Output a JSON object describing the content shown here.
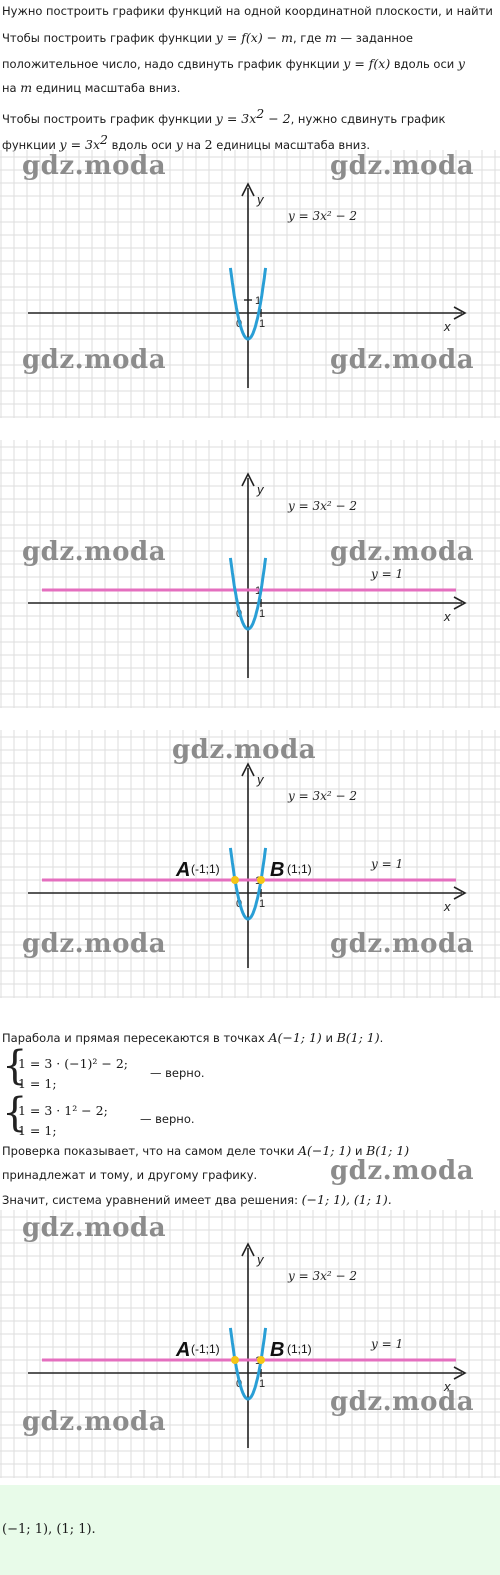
{
  "intro": {
    "l1": "Нужно построить графики функций на одной координатной плоскости, и найти",
    "l2a": "Чтобы построить график функции ",
    "l2m1": "y = f(x) − m",
    "l2b": ", где ",
    "l2m2": "m",
    "l2c": " — заданное",
    "l3a": "положительное число, надо сдвинуть график функции ",
    "l3m1": "y = f(x)",
    "l3b": " вдоль оси ",
    "l3m2": "y",
    "l4a": "на ",
    "l4m": "m",
    "l4b": " единиц масштаба вниз.",
    "l5a": "Чтобы построить график функции ",
    "l5m": "y = 3x",
    "l5sup": "2",
    "l5m2": " − 2",
    "l5b": ", нужно сдвинуть график",
    "l6a": "функции ",
    "l6m": "y = 3x",
    "l6sup": "2",
    "l6b": " вдоль оси ",
    "l6m2": "y",
    "l6c": " на ",
    "l6m3": "2",
    "l6d": " единицы масштаба вниз."
  },
  "watermark": "gdz.moda",
  "graph": {
    "axis_x": "x",
    "axis_y": "y",
    "origin": "0",
    "one_x": "1",
    "one_y": "1",
    "parabola_label": "y = 3x² − 2",
    "line_label": "y = 1",
    "point_a_letter": "A",
    "point_a_coords": "(-1;1)",
    "point_b_letter": "B",
    "point_b_coords": "(1;1)",
    "colors": {
      "parabola": "#2a9fd6",
      "line": "#e46fbf",
      "points": "#f5c518",
      "grid": "#dedede",
      "axis": "#222222"
    }
  },
  "solution": {
    "intersect_a": "Парабола и прямая пересекаются в точках ",
    "intersect_m1": "A(−1; 1)",
    "intersect_b": " и ",
    "intersect_m2": "B(1; 1)",
    "intersect_c": ".",
    "sys1_line1": "1 = 3 · (−1)² − 2;",
    "sys1_line2": "1 = 1;",
    "sys1_note": "— верно.",
    "sys2_line1": "1 = 3 · 1² − 2;",
    "sys2_line2": "1 = 1;",
    "sys2_note": "— верно.",
    "check_a": "Проверка показывает, что на самом деле точки ",
    "check_m1": "A(−1; 1)",
    "check_b": " и ",
    "check_m2": "B(1; 1)",
    "check_l2": "принадлежат и тому, и другому графику.",
    "conclusion_a": "Значит, система уравнений имеет два решения: ",
    "conclusion_m": "(−1; 1), (1; 1).",
    "answer": "(−1; 1), (1; 1)."
  }
}
